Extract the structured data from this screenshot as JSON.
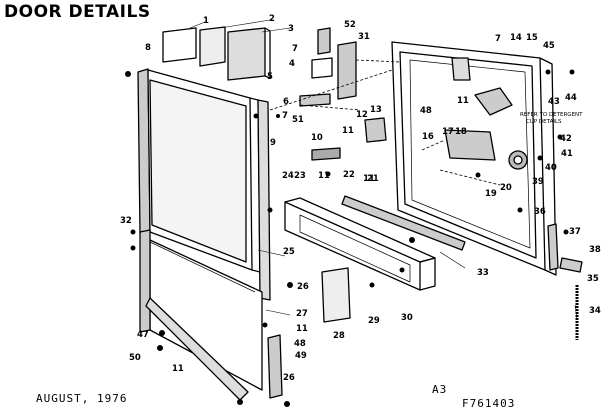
{
  "title": "DOOR DETAILS",
  "footer": {
    "date": "AUGUST, 1976",
    "sheet": "A3",
    "part_number": "F761403"
  },
  "note": {
    "line1": "REFER TO DETERGENT",
    "line2": "CUP DETAILS"
  },
  "callouts": [
    "1",
    "2",
    "3",
    "52",
    "31",
    "7",
    "4",
    "5",
    "6",
    "7",
    "51",
    "12",
    "13",
    "11",
    "10",
    "11",
    "22",
    "11",
    "8",
    "9",
    "23",
    "24",
    "21",
    "16",
    "17",
    "18",
    "48",
    "11",
    "19",
    "20",
    "7",
    "14",
    "15",
    "45",
    "43",
    "44",
    "41",
    "40",
    "39",
    "42",
    "36",
    "37",
    "38",
    "35",
    "34",
    "32",
    "25",
    "26",
    "27",
    "33",
    "30",
    "28",
    "29",
    "11",
    "48",
    "49",
    "47",
    "50",
    "11",
    "26"
  ]
}
